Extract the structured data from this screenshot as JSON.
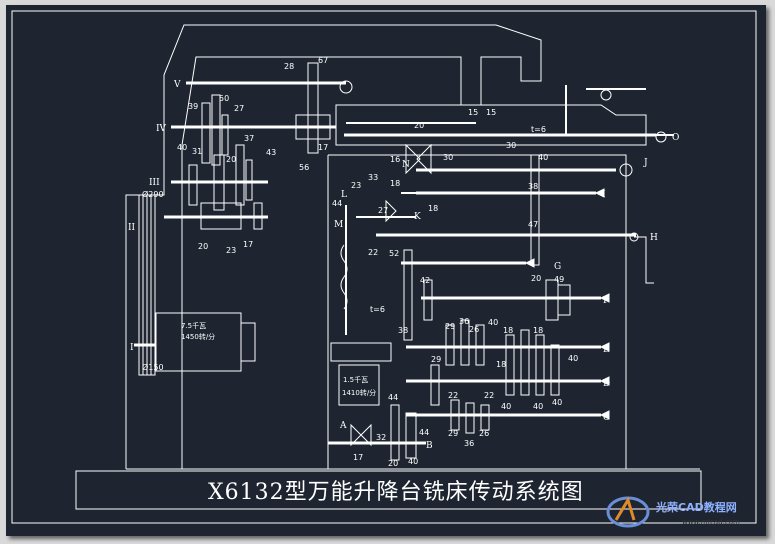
{
  "title": "X6132型万能升降台铣床传动系统图",
  "motors": {
    "main": {
      "line1": "7.5千瓦",
      "line2": "1450转/分"
    },
    "feed": {
      "line1": "1.5千瓦",
      "line2": "1410转/分"
    }
  },
  "pulleys": {
    "top": "Ø290",
    "bottom": "Ø150"
  },
  "pitch": {
    "left": "t=6",
    "right": "t=6"
  },
  "shafts_left": [
    "V",
    "IV",
    "III",
    "II",
    "I"
  ],
  "shafts_right": [
    "J",
    "I",
    "H",
    "G",
    "F",
    "E",
    "D",
    "C"
  ],
  "letters": {
    "O": "O",
    "N": "N",
    "L": "L",
    "M": "M",
    "K": "K",
    "A": "A",
    "B": "B"
  },
  "gears": {
    "g28": "28",
    "g67": "67",
    "g39": "39",
    "g50": "50",
    "g27": "27",
    "g37": "37",
    "g20a": "20",
    "g43": "43",
    "g40a": "40",
    "g31": "31",
    "g56": "56",
    "g17a": "17",
    "g20b": "20",
    "g23a": "23",
    "g17b": "17",
    "g15a": "15",
    "g15b": "15",
    "g20c": "20",
    "g30a": "30",
    "g30b": "30",
    "g16": "16",
    "g33": "33",
    "g23b": "23",
    "g18a": "18",
    "g18b": "18",
    "g27b": "27",
    "g44a": "44",
    "g22": "22",
    "g40b": "40",
    "g38a": "38",
    "g47": "47",
    "g52": "52",
    "g20d": "20",
    "g42": "42",
    "g49": "49",
    "g38b": "38",
    "g29a": "29",
    "g36a": "36",
    "g26a": "26",
    "g40c": "40",
    "g18c": "18",
    "g18d": "18",
    "g29b": "29",
    "g40d": "40",
    "g22b": "22",
    "g18e": "18",
    "g40e": "40",
    "g22c": "22",
    "g40f": "40",
    "g40g": "40",
    "g44b": "44",
    "g32": "32",
    "g17c": "17",
    "g44c": "44",
    "g20e": "20",
    "g40h": "40",
    "g29c": "29",
    "g36b": "36",
    "g26b": "26"
  },
  "watermark": {
    "text": "光荣CAD教程网",
    "url": "www.mfcad.com"
  }
}
